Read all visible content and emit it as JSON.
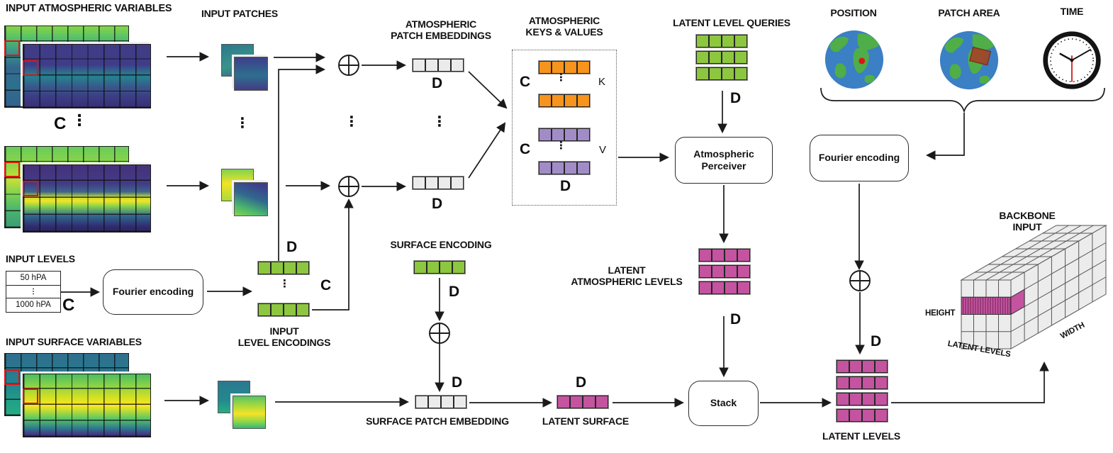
{
  "labels": {
    "input_atmospheric_variables": "INPUT ATMOSPHERIC VARIABLES",
    "input_patches": "INPUT PATCHES",
    "atmospheric_patch_embeddings": "ATMOSPHERIC\nPATCH EMBEDDINGS",
    "atmospheric_keys_values": "ATMOSPHERIC\nKEYS & VALUES",
    "latent_level_queries": "LATENT LEVEL QUERIES",
    "position": "POSITION",
    "patch_area": "PATCH AREA",
    "time": "TIME",
    "input_levels": "INPUT LEVELS",
    "input_level_encodings": "INPUT\nLEVEL ENCODINGS",
    "input_surface_variables": "INPUT SURFACE VARIABLES",
    "surface_encoding": "SURFACE ENCODING",
    "surface_patch_embedding": "SURFACE PATCH EMBEDDING",
    "latent_surface": "LATENT SURFACE",
    "latent_atmospheric_levels": "LATENT\nATMOSPHERIC LEVELS",
    "latent_levels": "LATENT  LEVELS",
    "backbone_input": "BACKBONE INPUT",
    "height_axis": "HEIGHT",
    "width_axis": "WIDTH",
    "latent_levels_axis": "LATENT LEVELS"
  },
  "boxes": {
    "fourier_encoding_levels": "Fourier encoding",
    "fourier_encoding_metadata": "Fourier encoding",
    "atmospheric_perceiver": "Atmospheric\nPerceiver",
    "stack": "Stack"
  },
  "input_levels_table": {
    "top_level": "50 hPA",
    "middle_dots": "⋮",
    "bottom_level": "1000 hPA"
  },
  "dims": {
    "c": "C",
    "d": "D",
    "k": "K",
    "v": "V",
    "vdots": "⋮"
  },
  "colors": {
    "green": "#8dc63f",
    "orange": "#f7941d",
    "purple": "#a18cc8",
    "magenta": "#c4549f",
    "gray": "#ebebeb",
    "highlight_red": "#dd1414",
    "line": "#1a1a1a"
  },
  "grids": {
    "patch_embedding_row": {
      "rows": 1,
      "cols": 4,
      "color": "#ebebeb"
    },
    "key_row": {
      "rows": 1,
      "cols": 4,
      "color": "#f7941d"
    },
    "value_row": {
      "rows": 1,
      "cols": 4,
      "color": "#a18cc8"
    },
    "level_encoding_row": {
      "rows": 1,
      "cols": 4,
      "color": "#8dc63f"
    },
    "latent_level_queries": {
      "rows": 3,
      "cols": 4,
      "color": "#8dc63f"
    },
    "surface_encoding": {
      "rows": 1,
      "cols": 4,
      "color": "#8dc63f"
    },
    "surface_patch_embedding": {
      "rows": 1,
      "cols": 4,
      "color": "#ebebeb"
    },
    "latent_surface": {
      "rows": 1,
      "cols": 4,
      "color": "#c4549f"
    },
    "latent_atmospheric_levels": {
      "rows": 3,
      "cols": 4,
      "color": "#c4549f"
    },
    "latent_levels": {
      "rows": 4,
      "cols": 4,
      "color": "#c4549f"
    }
  }
}
